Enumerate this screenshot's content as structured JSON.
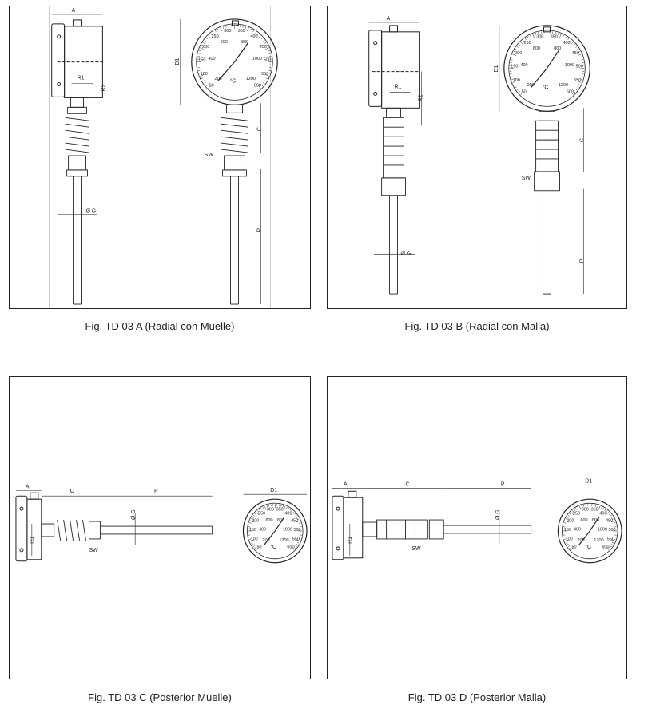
{
  "figures": [
    {
      "caption": "Fig. TD 03 A (Radial con Muelle)",
      "labels": {
        "A": "A",
        "R1": "R1",
        "R2": "R2",
        "D1": "D1",
        "C": "C",
        "SW": "SW",
        "G": "Ø G",
        "P": "P"
      },
      "dial": {
        "unit": "°C",
        "outer_scale": [
          "50",
          "100",
          "150",
          "200",
          "250",
          "300",
          "350",
          "400",
          "450",
          "500",
          "550",
          "600"
        ],
        "inner_scale": [
          "200",
          "400",
          "600",
          "800",
          "1000",
          "1200"
        ]
      }
    },
    {
      "caption": "Fig. TD 03 B (Radial con Malla)",
      "labels": {
        "A": "A",
        "R1": "R1",
        "R2": "R2",
        "D1": "D1",
        "C": "C",
        "SW": "SW",
        "G": "Ø G",
        "P": "P"
      },
      "dial": {
        "unit": "°C",
        "outer_scale": [
          "50",
          "100",
          "150",
          "200",
          "250",
          "300",
          "350",
          "400",
          "450",
          "500",
          "550",
          "600"
        ],
        "inner_scale": [
          "200",
          "400",
          "600",
          "800",
          "1000",
          "1200"
        ]
      }
    },
    {
      "caption": "Fig. TD 03 C (Posterior Muelle)",
      "labels": {
        "A": "A",
        "R1": "R1",
        "C": "C",
        "SW": "SW",
        "G": "Ø G",
        "P": "P",
        "D1": "D1"
      },
      "dial": {
        "unit": "°C",
        "outer_scale": [
          "50",
          "100",
          "150",
          "200",
          "250",
          "300",
          "350",
          "400",
          "450",
          "500",
          "550",
          "600"
        ],
        "inner_scale": [
          "200",
          "400",
          "600",
          "800",
          "1000",
          "1200"
        ]
      }
    },
    {
      "caption": "Fig. TD 03 D (Posterior Malla)",
      "labels": {
        "A": "A",
        "R1": "R1",
        "C": "C",
        "SW": "SW",
        "G": "Ø G",
        "P": "P",
        "D1": "D1"
      },
      "dial": {
        "unit": "°C",
        "outer_scale": [
          "50",
          "100",
          "150",
          "200",
          "250",
          "300",
          "350",
          "400",
          "450",
          "500",
          "550",
          "600"
        ],
        "inner_scale": [
          "200",
          "400",
          "600",
          "800",
          "1000",
          "1200"
        ]
      }
    }
  ]
}
